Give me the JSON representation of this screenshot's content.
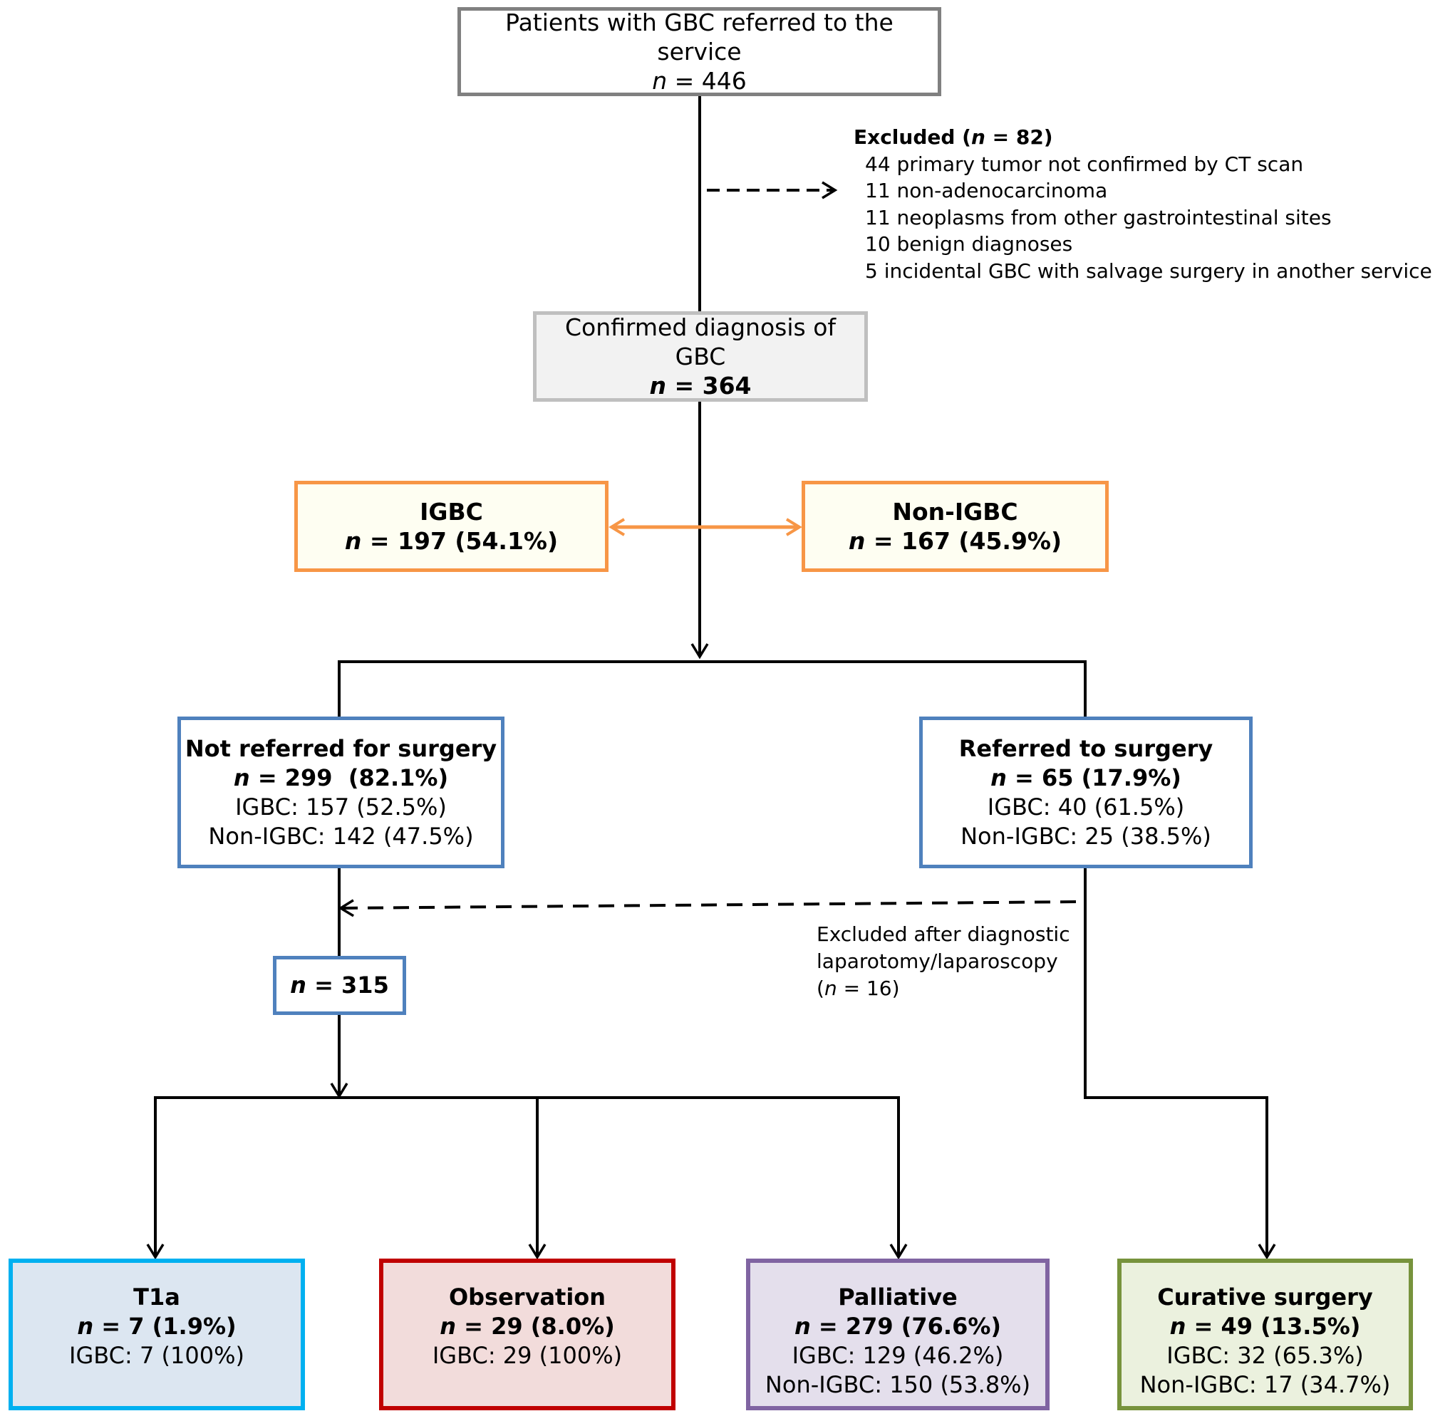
{
  "colors": {
    "line": "#000000",
    "gray_border": "#808080",
    "light_gray_border": "#BFBFBF",
    "light_gray_fill": "#F2F2F2",
    "orange": "#F79646",
    "orange_fill": "#FEFEF2",
    "blue": "#4F81BD",
    "t1a_border": "#00B0F0",
    "t1a_fill": "#DCE6F1",
    "observation_border": "#C00000",
    "observation_fill": "#F2DCDB",
    "palliative_border": "#8064A2",
    "palliative_fill": "#E4DFEC",
    "curative_border": "#77933C",
    "curative_fill": "#EBF1DE"
  },
  "referred": {
    "title": "Patients with GBC referred to the service",
    "n_label": "n",
    "n_value": "= 446"
  },
  "excluded": {
    "heading_pre": "Excluded (",
    "heading_n": "n",
    "heading_post": " = 82)",
    "items": [
      "44 primary tumor not confirmed by CT scan",
      "11 non-adenocarcinoma",
      "11 neoplasms from other gastrointestinal sites",
      "10 benign diagnoses",
      "5 incidental GBC with salvage surgery in another service"
    ]
  },
  "confirmed": {
    "title": "Confirmed diagnosis of GBC",
    "n_label": "n",
    "n_value": "= 364"
  },
  "igbc": {
    "title": "IGBC",
    "n_label": "n",
    "n_value": "= 197 (54.1%)"
  },
  "non_igbc": {
    "title": "Non-IGBC",
    "n_label": "n",
    "n_value": "= 167 (45.9%)"
  },
  "not_referred": {
    "title": "Not referred for surgery",
    "n_label": "n",
    "n_value": "= 299  (82.1%)",
    "igbc": "IGBC: 157 (52.5%)",
    "non_igbc": "Non-IGBC: 142 (47.5%)"
  },
  "referred_surgery": {
    "title": "Referred to surgery",
    "n_label": "n",
    "n_value": "= 65 (17.9%)",
    "igbc": "IGBC: 40 (61.5%)",
    "non_igbc": "Non-IGBC: 25 (38.5%)"
  },
  "excluded_lap": {
    "line1": "Excluded after diagnostic",
    "line2": "laparotomy/laparoscopy",
    "line3_pre": "(",
    "line3_n": "n",
    "line3_post": " = 16)"
  },
  "combined": {
    "n_label": "n",
    "n_value": "= 315"
  },
  "outcomes": {
    "t1a": {
      "title": "T1a",
      "n_label": "n",
      "n_value": "= 7 (1.9%)",
      "igbc": "IGBC: 7 (100%)"
    },
    "observation": {
      "title": "Observation",
      "n_label": "n",
      "n_value": "= 29 (8.0%)",
      "igbc": "IGBC: 29 (100%)"
    },
    "palliative": {
      "title": "Palliative",
      "n_label": "n",
      "n_value": "= 279 (76.6%)",
      "igbc": "IGBC: 129 (46.2%)",
      "non_igbc": "Non-IGBC: 150 (53.8%)"
    },
    "curative": {
      "title": "Curative surgery",
      "n_label": "n",
      "n_value": "= 49 (13.5%)",
      "igbc": "IGBC: 32 (65.3%)",
      "non_igbc": "Non-IGBC: 17 (34.7%)"
    }
  }
}
